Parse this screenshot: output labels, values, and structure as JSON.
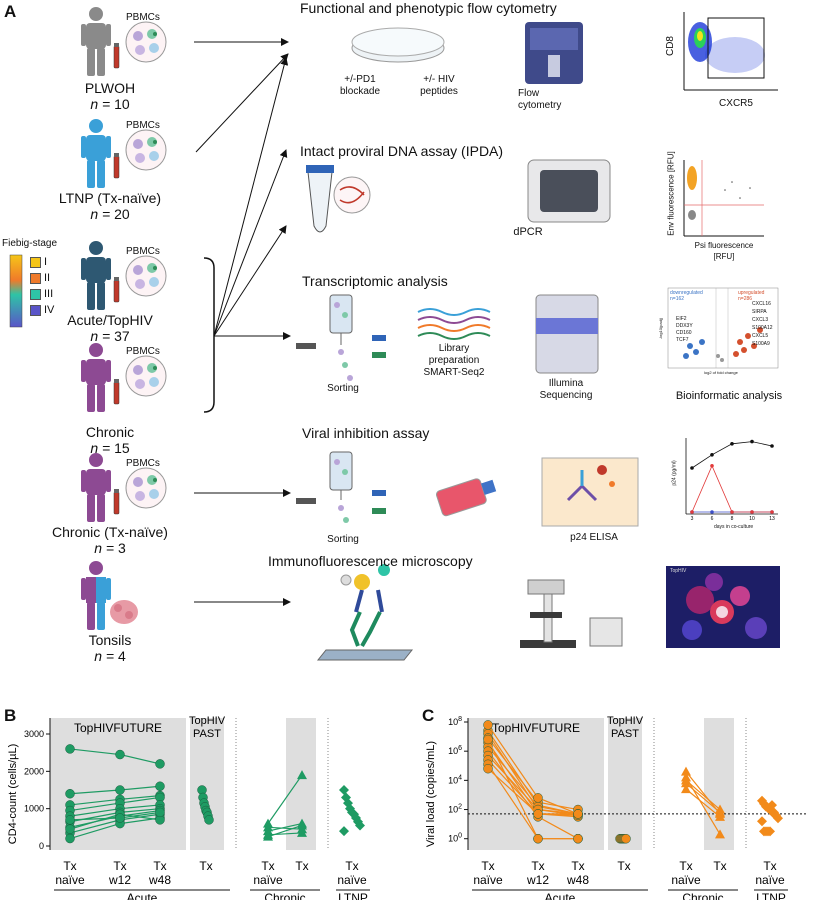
{
  "panel_a": {
    "letter": "A",
    "cohorts": [
      {
        "name": "PLWOH",
        "n": "10",
        "color": "#8a8a8a"
      },
      {
        "name": "LTNP (Tx-naïve)",
        "n": "20",
        "color": "#3aa0d8"
      },
      {
        "name": "Acute/TopHIV",
        "n": "37",
        "color": "#2e5872"
      },
      {
        "name": "Chronic",
        "n": "15",
        "color": "#8d4a93"
      },
      {
        "name": "Chronic (Tx-naïve)",
        "n": "3",
        "color": "#8d4a93"
      },
      {
        "name": "Tonsils",
        "n": "4",
        "color": "#8d4a93"
      }
    ],
    "n_label": "n",
    "pbmcs_label": "PBMCs",
    "fiebig": {
      "title": "Fiebig-stage",
      "stages": [
        {
          "label": "I",
          "color": "#f5c518"
        },
        {
          "label": "II",
          "color": "#f07a2a"
        },
        {
          "label": "III",
          "color": "#2ec4a6"
        },
        {
          "label": "IV",
          "color": "#5a55c8"
        }
      ]
    },
    "rows": {
      "flow": {
        "title": "Functional and phenotypic flow cytometry",
        "dish_left": "+/-PD1 blockade",
        "dish_right": "+/- HIV peptides",
        "instrument": "Flow cytometry",
        "plot_ylabel": "CD8",
        "plot_xlabel": "CXCR5"
      },
      "ipda": {
        "title": "Intact proviral DNA assay (IPDA)",
        "instrument": "dPCR",
        "plot_ylabel": "Env fluorescence [RFU]",
        "plot_xlabel": "Psi fluorescence [RFU]"
      },
      "transcriptomic": {
        "title": "Transcriptomic analysis",
        "sorting": "Sorting",
        "library": "Library preparation SMART-Seq2",
        "sequencing": "Illumina Sequencing",
        "bioinf": "Bioinformatic analysis",
        "down_label": "downregulated",
        "down_n": "n=162",
        "up_label": "upregulated",
        "up_n": "n=286",
        "volcano_x": "log2 of fold change",
        "volcano_y": "-log10(padj)",
        "genes_up": [
          "CXCL16",
          "SIRPA",
          "CXCL3",
          "S100A12",
          "CXCL5",
          "S100A9"
        ],
        "genes_down": [
          "EIF2",
          "DDX3Y",
          "CD160",
          "TCF7"
        ]
      },
      "viral": {
        "title": "Viral inhibition assay",
        "sorting": "Sorting",
        "elisa": "p24 ELISA",
        "plot_xlabel": "days in co-culture",
        "plot_ylabel": "p24 (pg/ml)",
        "x_ticks": [
          "3",
          "6",
          "8",
          "10",
          "13"
        ],
        "black_series": [
          3,
          3.6,
          4.1,
          4.2,
          4.0
        ],
        "red_series": [
          1,
          3.1,
          1,
          1,
          1
        ]
      },
      "if": {
        "title": "Immunofluorescence microscopy",
        "image_label": "TopHIV"
      }
    }
  },
  "panel_b": {
    "letter": "B",
    "chart_data": {
      "type": "scatter",
      "title": "",
      "ylabel": "CD4-count (cells/µL)",
      "ylim": [
        0,
        3000
      ],
      "yticks": [
        0,
        1000,
        2000,
        3000
      ],
      "section_labels": [
        "TopHIVFUTURE",
        "TopHIV PAST"
      ],
      "x_groups": [
        "Tx naïve",
        "Tx w12",
        "Tx w48",
        "Tx",
        "Tx naïve",
        "Tx",
        "Tx naïve"
      ],
      "group_labels": [
        "Acute",
        "Chronic",
        "LTNP"
      ],
      "color": "#1e9b63",
      "series": [
        {
          "values_acute": [
            2600,
            2450,
            2200
          ]
        },
        {
          "values_acute": [
            1400,
            1500,
            1600
          ]
        },
        {
          "values_acute": [
            1100,
            1250,
            1350
          ]
        },
        {
          "values_acute": [
            950,
            1150,
            1300
          ]
        },
        {
          "values_acute": [
            800,
            1000,
            1100
          ]
        },
        {
          "values_acute": [
            650,
            900,
            1000
          ]
        },
        {
          "values_acute": [
            500,
            800,
            950
          ]
        },
        {
          "values_acute": [
            350,
            700,
            850
          ]
        },
        {
          "values_acute": [
            200,
            600,
            750
          ]
        },
        {
          "values_acute": [
            450,
            850,
            700
          ]
        },
        {
          "values_acute": [
            700,
            750,
            900
          ]
        }
      ],
      "past_values": [
        1500,
        1300,
        1150,
        1050,
        950,
        900,
        800,
        700
      ],
      "chronic_pairs": [
        [
          600,
          1900
        ],
        [
          500,
          450
        ],
        [
          400,
          600
        ],
        [
          300,
          350
        ],
        [
          250,
          550
        ]
      ],
      "ltnp_values": [
        1500,
        1300,
        1150,
        1000,
        900,
        850,
        750,
        650,
        550,
        400
      ]
    }
  },
  "panel_c": {
    "letter": "C",
    "chart_data": {
      "type": "scatter",
      "title": "",
      "ylabel": "Viral load (copies/mL)",
      "ylim_log10": [
        -0.5,
        8
      ],
      "ytick_labels": [
        "10^0",
        "10^2",
        "10^4",
        "10^6",
        "10^8"
      ],
      "threshold_log10": 1.7,
      "section_labels": [
        "TopHIVFUTURE",
        "TopHIV PAST"
      ],
      "x_groups": [
        "Tx naïve",
        "Tx w12",
        "Tx w48",
        "Tx",
        "Tx naïve",
        "Tx",
        "Tx naïve"
      ],
      "group_labels": [
        "Acute",
        "Chronic",
        "LTNP"
      ],
      "color": "#f28a1a",
      "acute_lines": [
        [
          7.4,
          2.3,
          1.7
        ],
        [
          7.2,
          2.0,
          1.6
        ],
        [
          6.9,
          2.5,
          2.0
        ],
        [
          6.6,
          1.7,
          1.5
        ],
        [
          6.3,
          2.2,
          1.7
        ],
        [
          6.0,
          1.5,
          0
        ],
        [
          5.7,
          2.0,
          1.7
        ],
        [
          5.4,
          1.7,
          1.6
        ],
        [
          5.1,
          0,
          0
        ],
        [
          4.8,
          1.7,
          1.7
        ],
        [
          7.8,
          2.8,
          1.7
        ],
        [
          6.8,
          0,
          0
        ]
      ],
      "past_values": [
        0,
        0,
        0,
        0,
        0,
        0,
        0
      ],
      "chronic_pairs": [
        [
          4.6,
          1.7
        ],
        [
          4.2,
          0.3
        ],
        [
          3.8,
          1.8
        ],
        [
          3.4,
          1.5
        ],
        [
          4.0,
          2.0
        ]
      ],
      "ltnp_values": [
        2.6,
        2.4,
        2.2,
        2.1,
        2.0,
        1.9,
        1.7,
        1.6,
        1.4,
        1.2,
        0.5,
        0.5,
        0.5,
        0.5,
        2.3,
        1.8
      ]
    }
  }
}
